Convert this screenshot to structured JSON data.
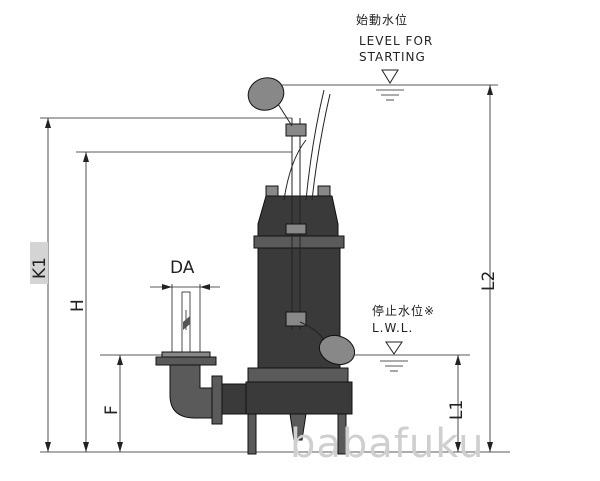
{
  "labels": {
    "start_level_jp": "始動水位",
    "start_level_en_1": "LEVEL FOR",
    "start_level_en_2": "STARTING",
    "stop_level_jp": "停止水位※",
    "stop_level_en": "L.W.L."
  },
  "dimensions": {
    "k1": "K1",
    "h": "H",
    "f": "F",
    "da": "DA",
    "l1": "L1",
    "l2": "L2"
  },
  "watermark": "babafuku"
}
